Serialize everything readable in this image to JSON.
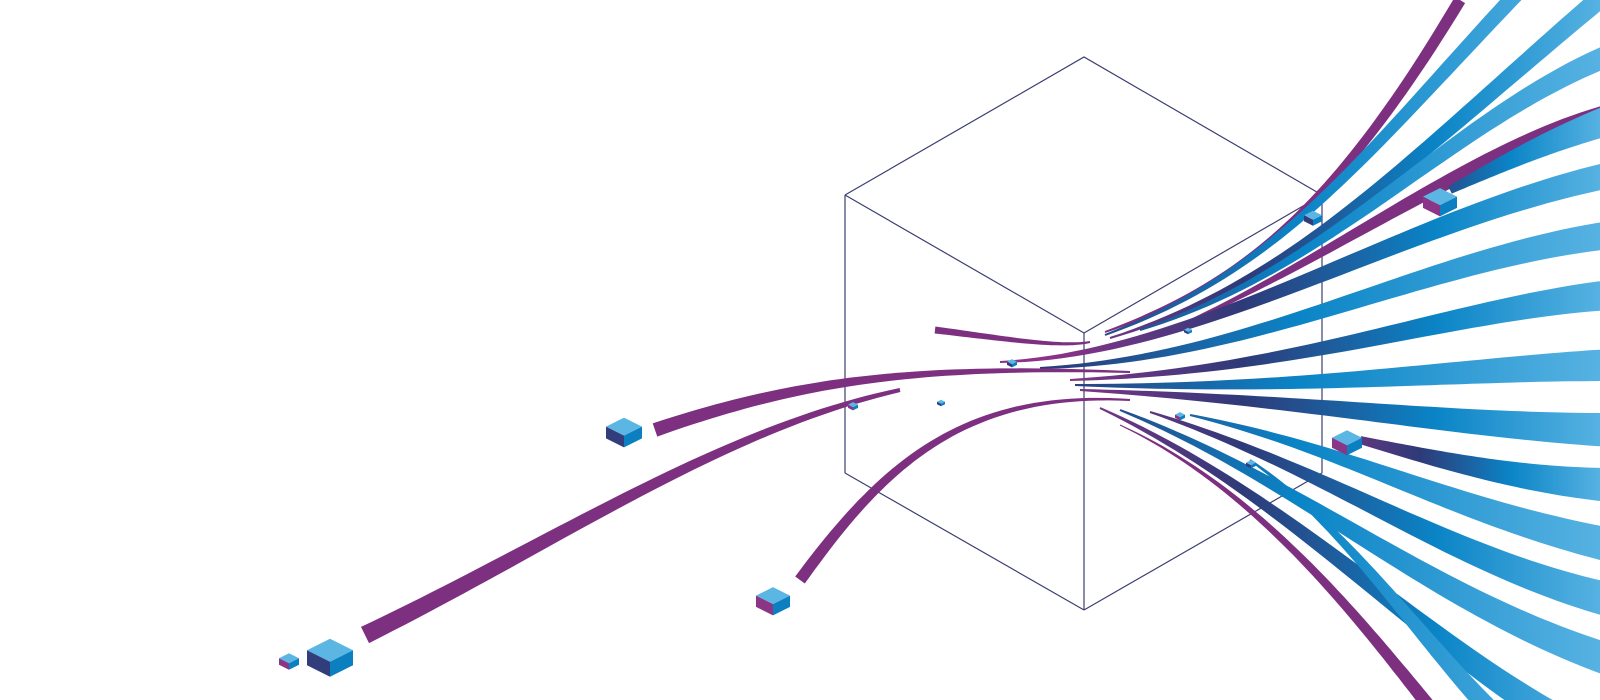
{
  "colors": {
    "background": "#ffffff",
    "wireframe": "#3c3f73",
    "purple": "#7d2f80",
    "magenta": "#8c3389",
    "navy": "#2e3a78",
    "blue": "#0a84c6",
    "light_blue": "#56b2e2",
    "cube_top": "#5cb6e4",
    "cube_left_navy": "#323d7c",
    "cube_left_purple": "#8a3585",
    "cube_right": "#0b7fc0"
  },
  "illustration": {
    "subject": "abstract-data-streams-through-wireframe-cube",
    "stream_count": 22,
    "floating_cube_count": 13
  }
}
